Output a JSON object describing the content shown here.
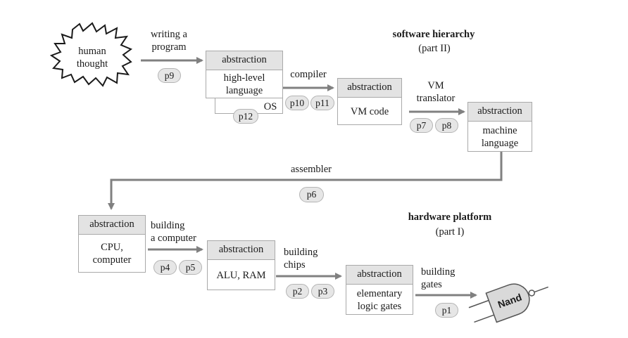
{
  "human_thought": "human\nthought",
  "titles": {
    "software": "software hierarchy",
    "software_part": "(part II)",
    "hardware": "hardware platform",
    "hardware_part": "(part I)"
  },
  "boxes": {
    "hll": {
      "header": "abstraction",
      "body": "high-level\nlanguage"
    },
    "vm": {
      "header": "abstraction",
      "body": "VM code"
    },
    "ml": {
      "header": "abstraction",
      "body": "machine\nlanguage"
    },
    "cpu": {
      "header": "abstraction",
      "body": "CPU,\ncomputer"
    },
    "alu": {
      "header": "abstraction",
      "body": "ALU, RAM"
    },
    "gates": {
      "header": "abstraction",
      "body": "elementary\nlogic gates"
    }
  },
  "os_label": "OS",
  "arrow_labels": {
    "writing": "writing a\nprogram",
    "compiler": "compiler",
    "vm_translator": "VM\ntranslator",
    "assembler": "assembler",
    "building_computer": "building\na computer",
    "building_chips": "building\nchips",
    "building_gates": "building\ngates"
  },
  "pills": {
    "p9": "p9",
    "p12": "p12",
    "p10": "p10",
    "p11": "p11",
    "p7": "p7",
    "p8": "p8",
    "p6": "p6",
    "p4": "p4",
    "p5": "p5",
    "p2": "p2",
    "p3": "p3",
    "p1": "p1"
  },
  "nand_label": "Nand",
  "colors": {
    "arrow": "#808080",
    "box_border": "#a9a9a9",
    "header_fill": "#e3e3e3",
    "pill_fill": "#e6e6e6",
    "gate_fill": "#d9d9d9"
  }
}
